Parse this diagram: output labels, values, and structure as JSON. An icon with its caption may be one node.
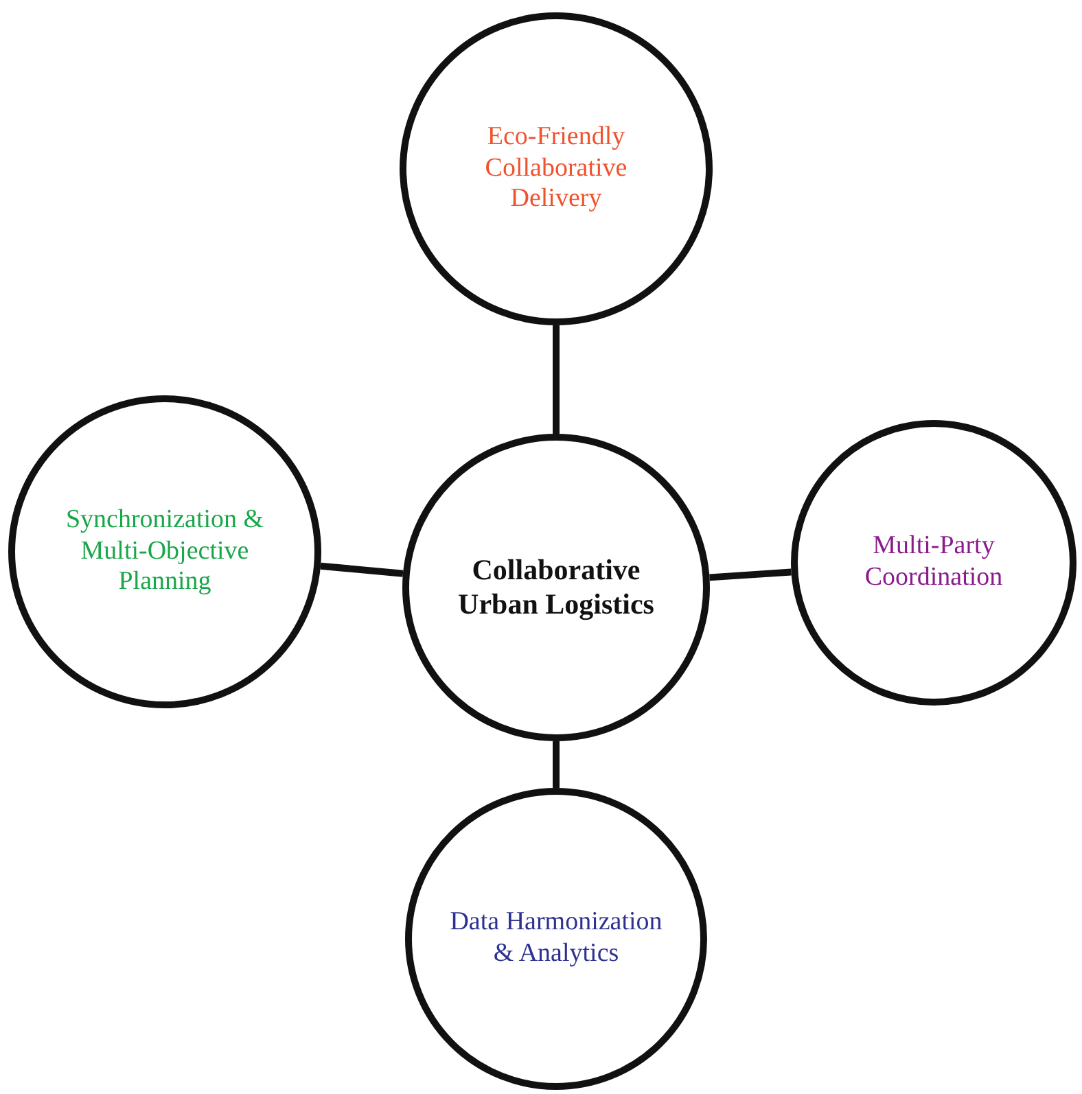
{
  "diagram": {
    "nodes": [
      {
        "text": [
          "Eco-Friendly Collaborative Delivery"
        ]
      },
      {
        "text": [
          "Synchronization & Multi-Objective Planning"
        ]
      },
      {
        "text": [
          "Collaborative Urban Logistics"
        ]
      },
      {
        "text": [
          "Multi-Party Coordination"
        ]
      },
      {
        "text": [
          "Data Harmonization & Analytics"
        ]
      }
    ],
    "edges": [
      {
        "from": 2,
        "to": 0,
        "arrow": "none"
      },
      {
        "from": 2,
        "to": 1,
        "arrow": "none"
      },
      {
        "from": 2,
        "to": 3,
        "arrow": "none"
      },
      {
        "from": 2,
        "to": 4,
        "arrow": "none"
      }
    ]
  }
}
